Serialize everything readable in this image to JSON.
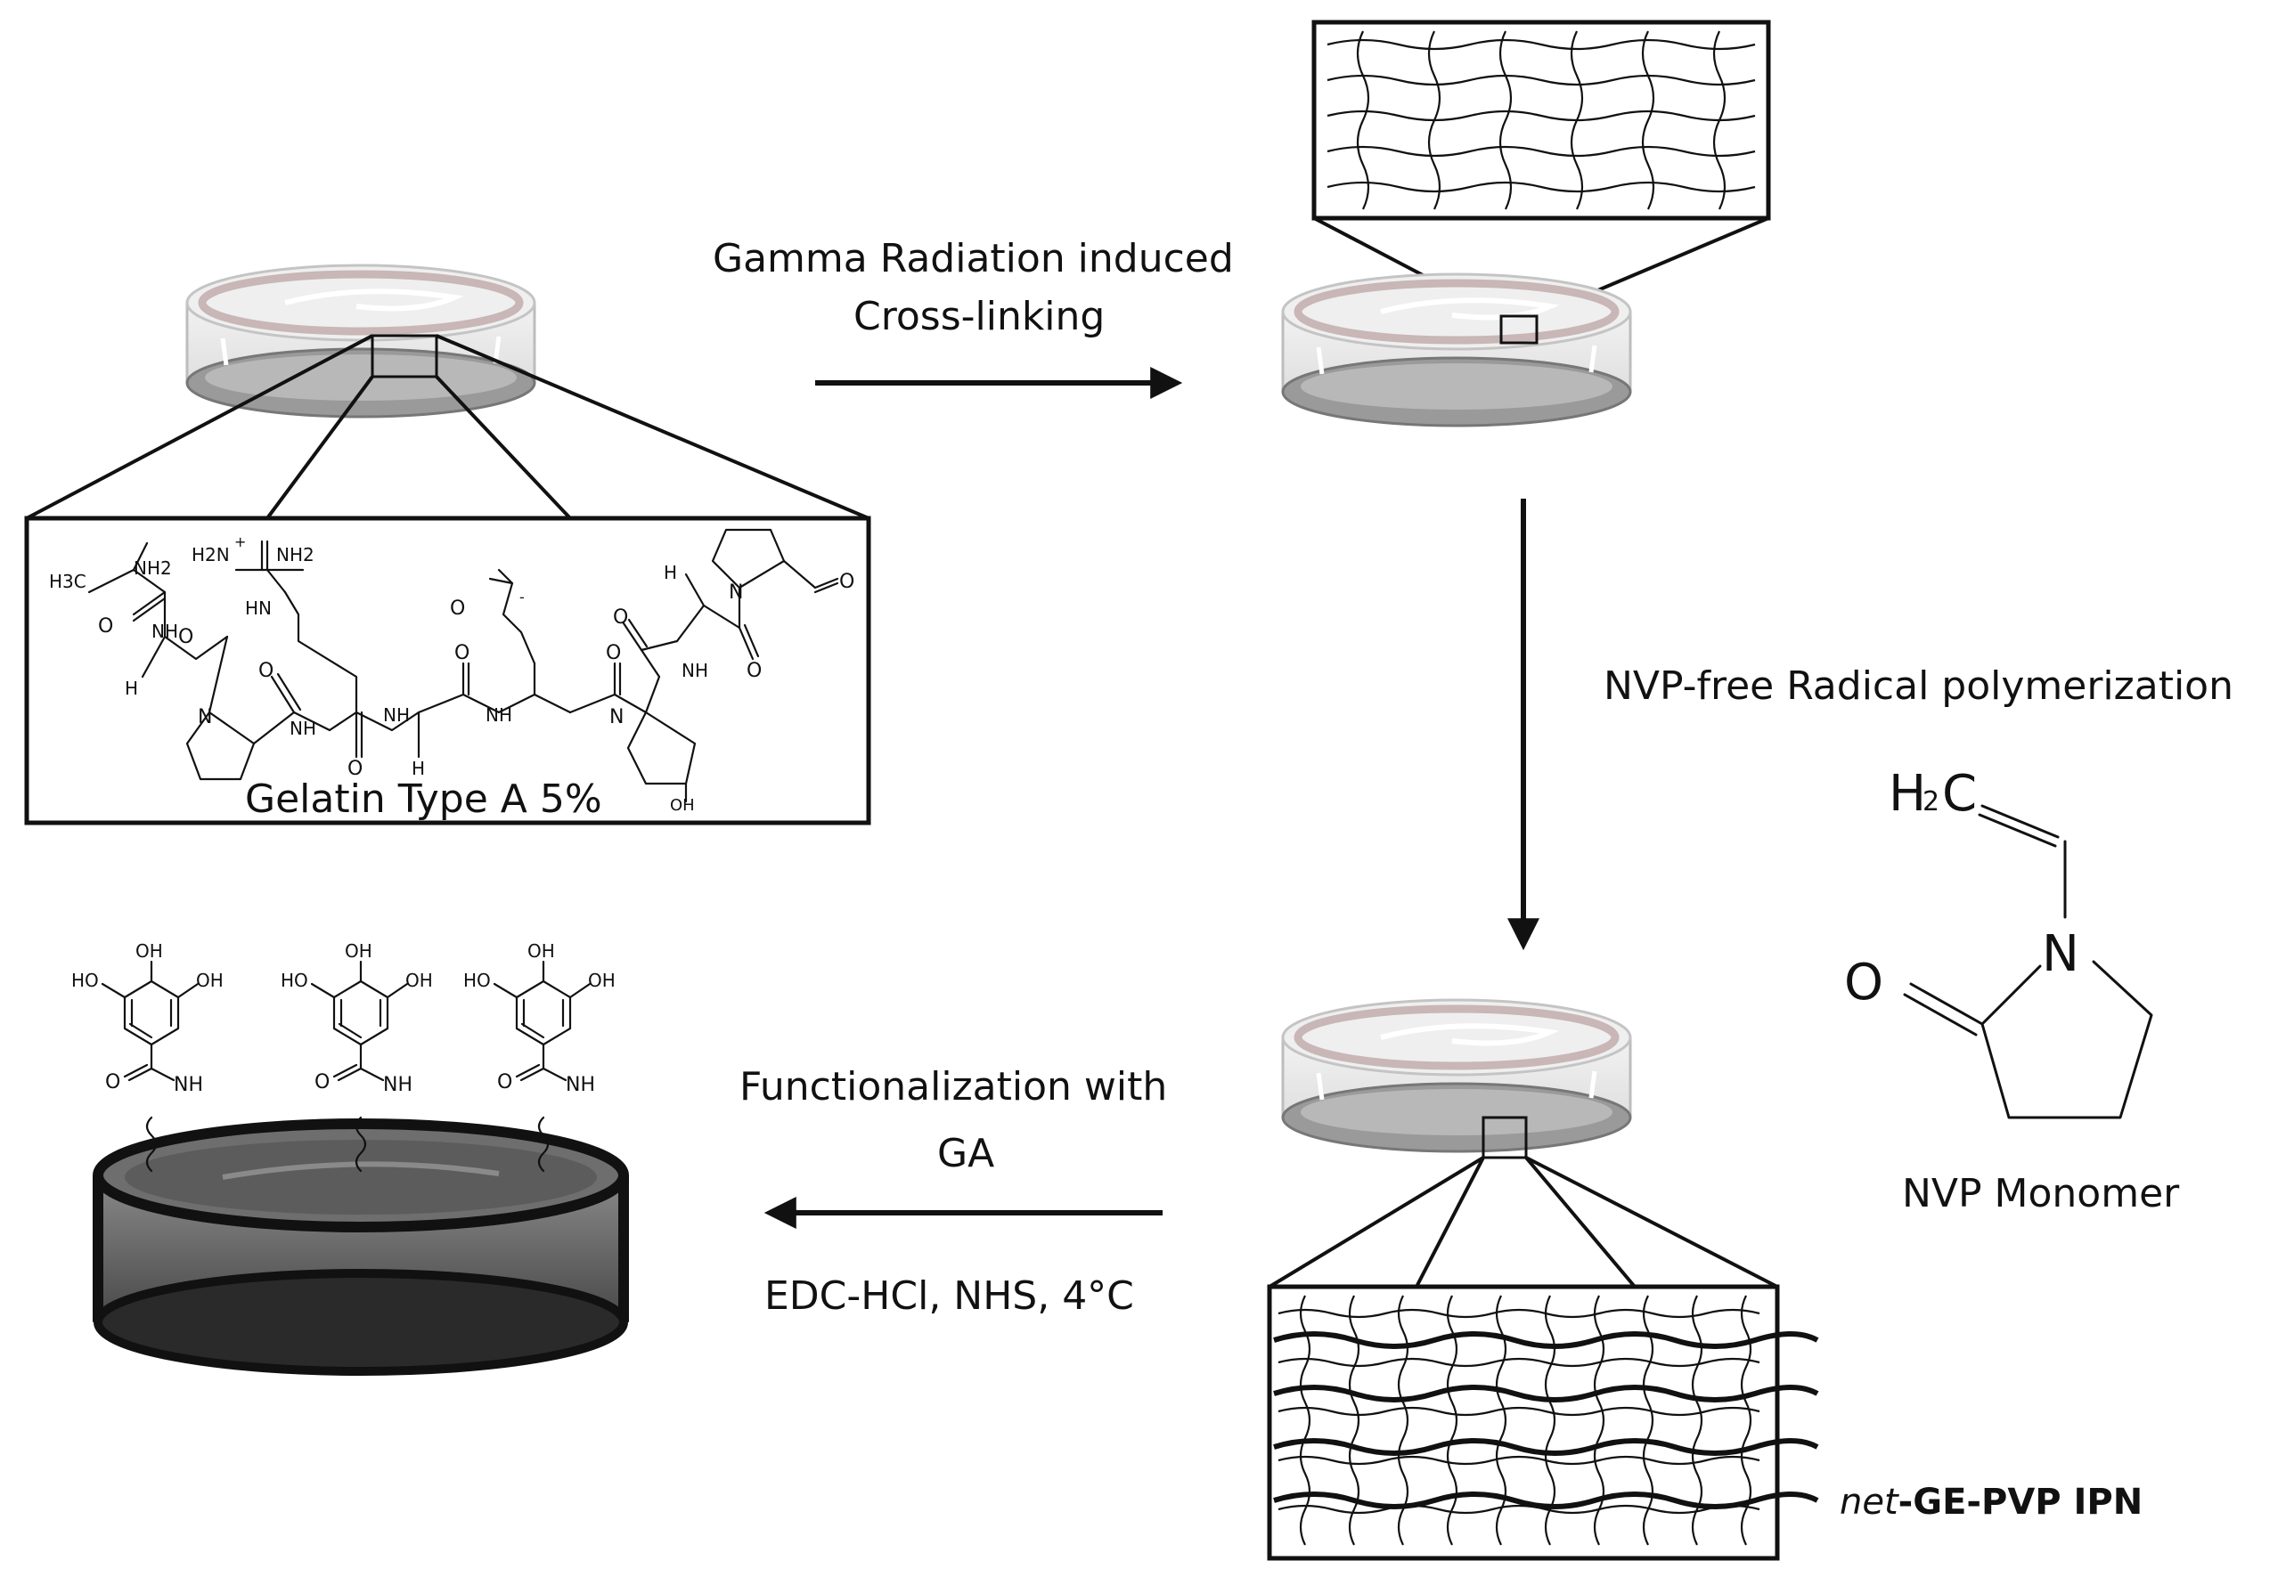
{
  "labels": {
    "gelatin": "Gelatin Type A 5%",
    "step1_line1": "Gamma Radiation induced",
    "step1_line2": "Cross-linking",
    "step2": "NVP-free Radical polymerization",
    "step3_line1": "Functionalization with",
    "step3_line2": "GA",
    "step3_conditions": "EDC-HCl, NHS, 4°C",
    "monomer": "NVP  Monomer",
    "ipn_prefix": "net",
    "ipn_suffix": "-GE-PVP IPN"
  },
  "nvp_structure": {
    "h2c_h": "H",
    "h2c_sub": "2",
    "h2c_c": "C",
    "nitrogen": "N",
    "oxygen": "O"
  },
  "gelatin_structure": {
    "ch3": "H3C",
    "nh2": "NH2",
    "guan_left": "H2N",
    "guan_plus": "+",
    "guan_right": "NH2",
    "hn": "HN",
    "coo": "O",
    "coo_minus": "-",
    "o": "O",
    "nh": "NH",
    "h": "H",
    "n": "N",
    "oh": "OH"
  },
  "ga_structure": {
    "oh": "OH",
    "ho": "HO",
    "o": "O",
    "nh": "NH"
  },
  "colors": {
    "ink": "#111111",
    "dish_glass": "#e6e6e6",
    "dish_rim": "#c9b6b6",
    "dish_dark": "#4a4a4a"
  }
}
